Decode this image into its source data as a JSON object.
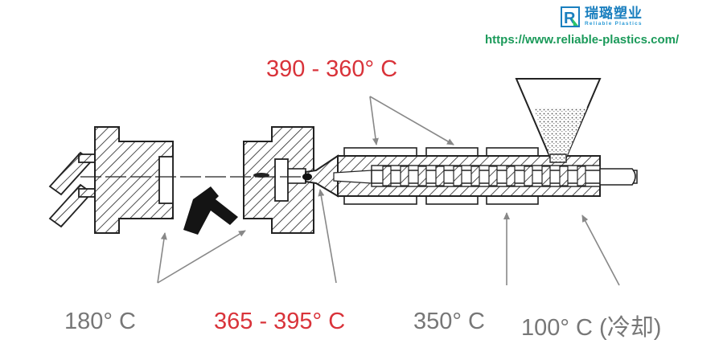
{
  "logo": {
    "mark_letter": "R",
    "name_cn": "瑞璐塑业",
    "name_en": "Reliable Plastics",
    "color_primary": "#1a7fbf",
    "color_accent": "#2ec46a"
  },
  "site_url": "https://www.reliable-plastics.com/",
  "labels": {
    "barrel_temp": "390 - 360°  C",
    "mold_temp": "180°  C",
    "nozzle_temp": "365 - 395°  C",
    "rear_temp": "350°  C",
    "throat_temp": "100°  C (冷却)"
  },
  "colors": {
    "highlight": "#d9333a",
    "normal": "#777777",
    "url": "#1b9a5a"
  }
}
